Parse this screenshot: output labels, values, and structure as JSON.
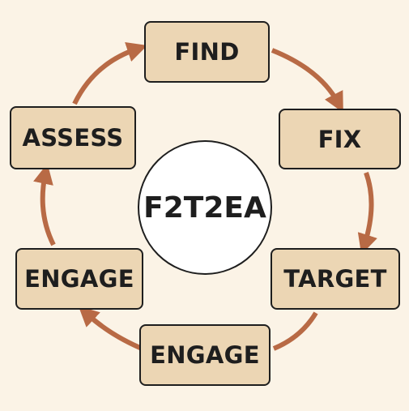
{
  "diagram": {
    "center_label": "F2T2EA",
    "arrow_color": "#b86a45",
    "node_fill": "#ecd6b4",
    "background": "#fbf3e6",
    "nodes": [
      {
        "id": "find",
        "label": "FIND"
      },
      {
        "id": "fix",
        "label": "FIX"
      },
      {
        "id": "target",
        "label": "TARGET"
      },
      {
        "id": "engage1",
        "label": "ENGAGE"
      },
      {
        "id": "engage2",
        "label": "ENGAGE"
      },
      {
        "id": "assess",
        "label": "ASSESS"
      }
    ],
    "flow": "clockwise"
  }
}
